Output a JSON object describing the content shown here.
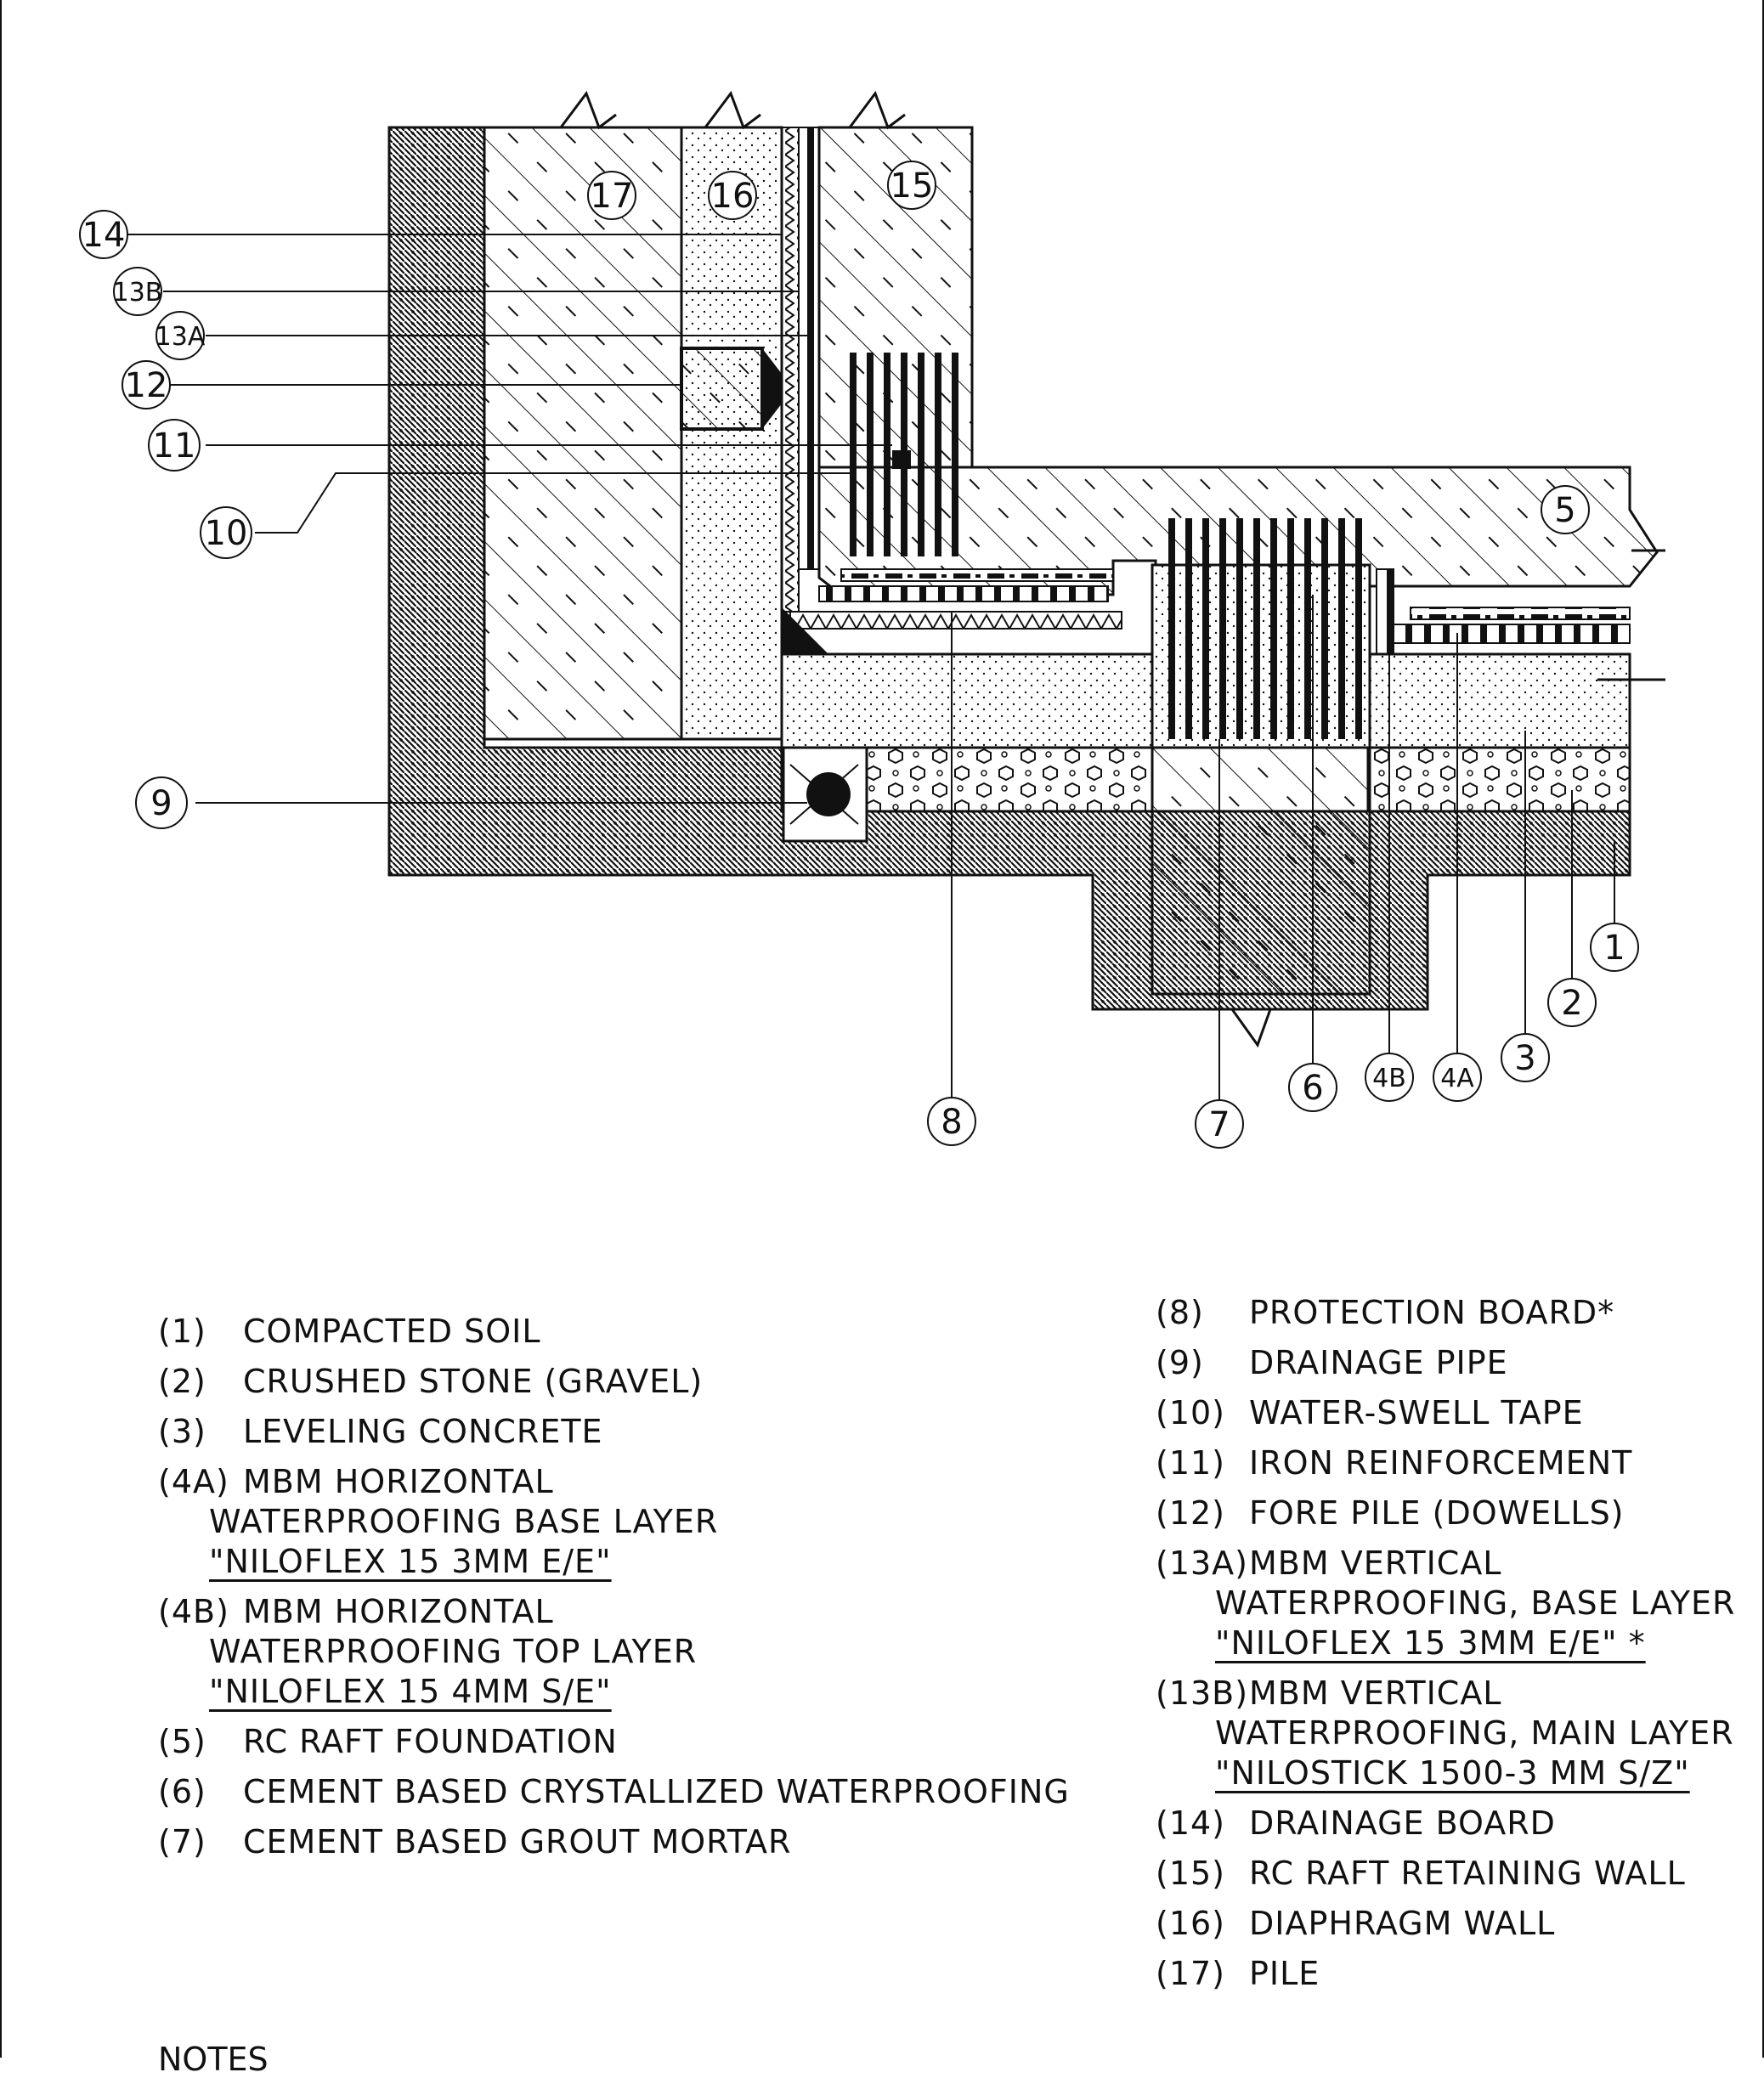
{
  "drawing": {
    "callouts": {
      "c1": "1",
      "c2": "2",
      "c3": "3",
      "c4a": "4A",
      "c4b": "4B",
      "c5": "5",
      "c6": "6",
      "c7": "7",
      "c8": "8",
      "c9": "9",
      "c10": "10",
      "c11": "11",
      "c12": "12",
      "c13a": "13A",
      "c13b": "13B",
      "c14": "14",
      "c15": "15",
      "c16": "16",
      "c17": "17"
    }
  },
  "legend_left": [
    {
      "num": "(1)",
      "lines": [
        "COMPACTED SOIL"
      ]
    },
    {
      "num": "(2)",
      "lines": [
        "CRUSHED STONE (GRAVEL)"
      ]
    },
    {
      "num": "(3)",
      "lines": [
        "LEVELING CONCRETE"
      ]
    },
    {
      "num": "(4A)",
      "lines": [
        "MBM HORIZONTAL",
        "WATERPROOFING BASE LAYER",
        "\"NILOFLEX 15 3MM E/E\""
      ]
    },
    {
      "num": "(4B)",
      "lines": [
        "MBM HORIZONTAL",
        "WATERPROOFING TOP LAYER",
        "\"NILOFLEX 15 4MM S/E\""
      ]
    },
    {
      "num": "(5)",
      "lines": [
        "RC RAFT FOUNDATION"
      ]
    },
    {
      "num": "(6)",
      "lines": [
        "CEMENT BASED CRYSTALLIZED WATERPROOFING"
      ]
    },
    {
      "num": "(7)",
      "lines": [
        "CEMENT BASED GROUT MORTAR"
      ]
    }
  ],
  "legend_right": [
    {
      "num": "(8)",
      "lines": [
        "PROTECTION BOARD*"
      ]
    },
    {
      "num": "(9)",
      "lines": [
        "DRAINAGE PIPE"
      ]
    },
    {
      "num": "(10)",
      "lines": [
        "WATER-SWELL TAPE"
      ]
    },
    {
      "num": "(11)",
      "lines": [
        "IRON REINFORCEMENT"
      ]
    },
    {
      "num": "(12)",
      "lines": [
        "FORE PILE (DOWELLS)"
      ]
    },
    {
      "num": "(13A)",
      "lines": [
        "MBM VERTICAL",
        "WATERPROOFING, BASE LAYER",
        "\"NILOFLEX 15 3MM E/E\" *"
      ]
    },
    {
      "num": "(13B)",
      "lines": [
        "MBM VERTICAL",
        "WATERPROOFING, MAIN LAYER",
        "\"NILOSTICK 1500-3 MM S/Z\""
      ]
    },
    {
      "num": "(14)",
      "lines": [
        "DRAINAGE BOARD"
      ]
    },
    {
      "num": "(15)",
      "lines": [
        "RC RAFT RETAINING WALL"
      ]
    },
    {
      "num": "(16)",
      "lines": [
        "DIAPHRAGM WALL"
      ]
    },
    {
      "num": "(17)",
      "lines": [
        "PILE"
      ]
    }
  ],
  "notes_heading": "NOTES"
}
